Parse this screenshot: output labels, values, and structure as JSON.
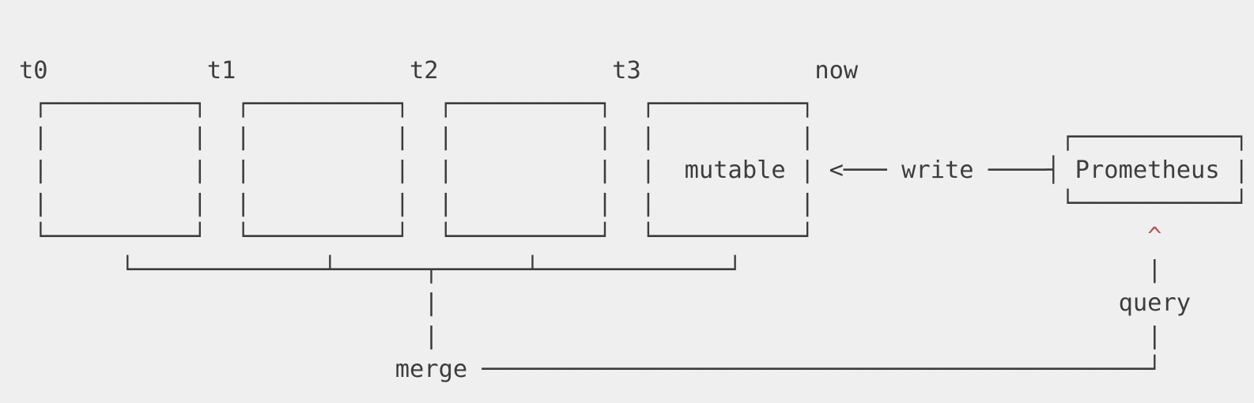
{
  "colors": {
    "background": "#efefef",
    "ink": "#3d3d3d",
    "accent": "#b15b57"
  },
  "diagram": {
    "timeline_labels": [
      "t0",
      "t1",
      "t2",
      "t3",
      "now"
    ],
    "block_label": "mutable",
    "node_label": "Prometheus",
    "arrow_labels": [
      "write",
      "query",
      "merge"
    ],
    "tokens": [
      {
        "text": "t0",
        "name": "timeline-label-t0"
      },
      {
        "text": "t1",
        "name": "timeline-label-t1"
      },
      {
        "text": "t2",
        "name": "timeline-label-t2"
      },
      {
        "text": "t3",
        "name": "timeline-label-t3"
      },
      {
        "text": "now",
        "name": "timeline-label-now"
      },
      {
        "text": "mutable",
        "name": "mutable-block-label"
      },
      {
        "text": "Prometheus",
        "name": "prometheus-node-label"
      },
      {
        "text": "write",
        "name": "write-arrow-label"
      },
      {
        "text": "query",
        "name": "query-arrow-label"
      },
      {
        "text": "merge",
        "name": "merge-arrow-label"
      },
      {
        "text": "^",
        "name": "query-arrowhead-icon",
        "accent": true
      },
      {
        "text": "<",
        "name": "write-arrowhead-icon"
      }
    ],
    "rows": [
      [
        [
          0,
          "t0"
        ],
        [
          13,
          "t1"
        ],
        [
          27,
          "t2"
        ],
        [
          41,
          "t3"
        ],
        [
          55,
          "now"
        ]
      ],
      [
        [
          1,
          "┌"
        ],
        [
          2,
          "─",
          10
        ],
        [
          12,
          "┐"
        ],
        [
          15,
          "┌"
        ],
        [
          16,
          "─",
          10
        ],
        [
          26,
          "┐"
        ],
        [
          29,
          "┌"
        ],
        [
          30,
          "─",
          10
        ],
        [
          40,
          "┐"
        ],
        [
          43,
          "┌"
        ],
        [
          44,
          "─",
          10
        ],
        [
          54,
          "┐"
        ]
      ],
      [
        [
          1,
          "|"
        ],
        [
          12,
          "|"
        ],
        [
          15,
          "|"
        ],
        [
          26,
          "|"
        ],
        [
          29,
          "|"
        ],
        [
          40,
          "|"
        ],
        [
          43,
          "|"
        ],
        [
          54,
          "|"
        ],
        [
          72,
          "┌"
        ],
        [
          73,
          "─",
          11
        ],
        [
          84,
          "┐"
        ]
      ],
      [
        [
          1,
          "|"
        ],
        [
          12,
          "|"
        ],
        [
          15,
          "|"
        ],
        [
          26,
          "|"
        ],
        [
          29,
          "|"
        ],
        [
          40,
          "|"
        ],
        [
          43,
          "|"
        ],
        [
          46,
          "mutable"
        ],
        [
          54,
          "|"
        ],
        [
          56,
          "<"
        ],
        [
          57,
          "─",
          3
        ],
        [
          61,
          "write"
        ],
        [
          67,
          "─",
          4
        ],
        [
          71,
          "┤"
        ],
        [
          73,
          "Prometheus"
        ],
        [
          84,
          "|"
        ]
      ],
      [
        [
          1,
          "|"
        ],
        [
          12,
          "|"
        ],
        [
          15,
          "|"
        ],
        [
          26,
          "|"
        ],
        [
          29,
          "|"
        ],
        [
          40,
          "|"
        ],
        [
          43,
          "|"
        ],
        [
          54,
          "|"
        ],
        [
          72,
          "└"
        ],
        [
          73,
          "─",
          11
        ],
        [
          84,
          "┘"
        ]
      ],
      [
        [
          1,
          "└"
        ],
        [
          2,
          "─",
          10
        ],
        [
          12,
          "┘"
        ],
        [
          15,
          "└"
        ],
        [
          16,
          "─",
          10
        ],
        [
          26,
          "┘"
        ],
        [
          29,
          "└"
        ],
        [
          30,
          "─",
          10
        ],
        [
          40,
          "┘"
        ],
        [
          43,
          "└"
        ],
        [
          44,
          "─",
          10
        ],
        [
          54,
          "┘"
        ],
        [
          78,
          "^"
        ]
      ],
      [
        [
          7,
          "└"
        ],
        [
          8,
          "─",
          13
        ],
        [
          21,
          "┴"
        ],
        [
          22,
          "─",
          6
        ],
        [
          28,
          "┬"
        ],
        [
          29,
          "─",
          6
        ],
        [
          35,
          "┴"
        ],
        [
          36,
          "─",
          13
        ],
        [
          49,
          "┘"
        ],
        [
          78,
          "|"
        ]
      ],
      [
        [
          28,
          "|"
        ],
        [
          76,
          "query"
        ]
      ],
      [
        [
          28,
          "|"
        ],
        [
          78,
          "|"
        ]
      ],
      [
        [
          26,
          "merge"
        ],
        [
          32,
          "─",
          46
        ],
        [
          78,
          "┘"
        ]
      ]
    ]
  }
}
